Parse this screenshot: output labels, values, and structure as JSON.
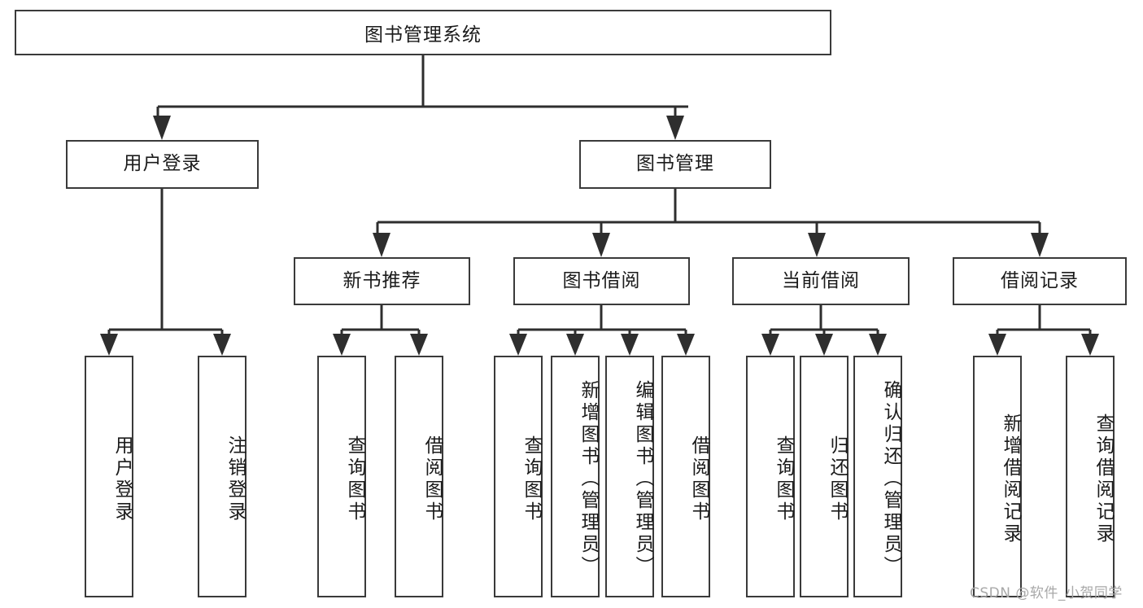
{
  "diagram": {
    "type": "tree",
    "title": "图书管理系统",
    "orientation": "top-down",
    "colors": {
      "box_border": "#3a3a3a",
      "box_fill": "#ffffff",
      "connector": "#2e2e2e",
      "text": "#1b1b1b",
      "watermark": "#a8a8a8"
    }
  },
  "root": {
    "label": "图书管理系统"
  },
  "level2": [
    {
      "label": "用户登录"
    },
    {
      "label": "图书管理"
    }
  ],
  "level3": [
    {
      "label": "新书推荐"
    },
    {
      "label": "图书借阅"
    },
    {
      "label": "当前借阅"
    },
    {
      "label": "借阅记录"
    }
  ],
  "leaves": {
    "user_login": [
      {
        "label": "用户登录"
      },
      {
        "label": "注销登录"
      }
    ],
    "new_book": [
      {
        "label": "查询图书"
      },
      {
        "label": "借阅图书"
      }
    ],
    "book_borrow": [
      {
        "label": "查询图书"
      },
      {
        "label": "新增图书（管理员）"
      },
      {
        "label": "编辑图书（管理员）"
      },
      {
        "label": "借阅图书"
      }
    ],
    "current_borrow": [
      {
        "label": "查询图书"
      },
      {
        "label": "归还图书"
      },
      {
        "label": "确认归还（管理员）"
      }
    ],
    "borrow_record": [
      {
        "label": "新增借阅记录"
      },
      {
        "label": "查询借阅记录"
      }
    ]
  },
  "watermark": {
    "text": "CSDN @软件_小贺同学"
  }
}
